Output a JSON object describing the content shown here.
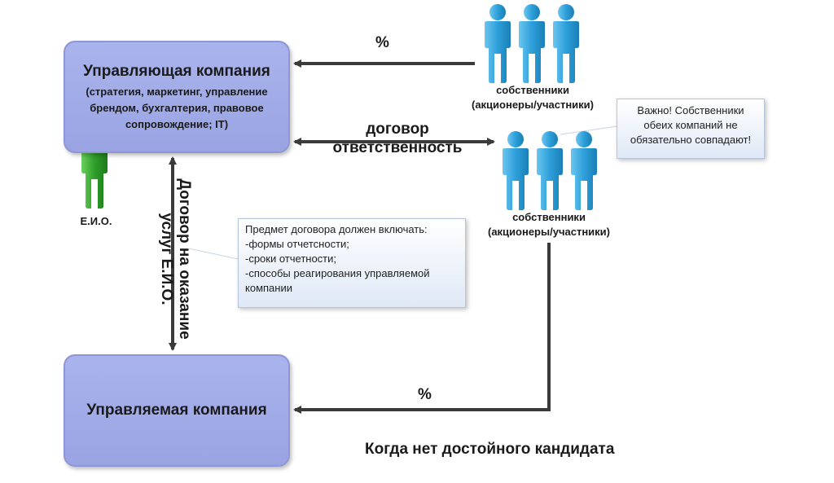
{
  "managing_company": {
    "title": "Управляющая компания",
    "subtitle_lines": [
      "(стратегия, маркетинг, управление",
      "брендом, бухгалтерия, правовое",
      "сопровождение; IT)"
    ]
  },
  "managed_company": {
    "title": "Управляемая компания"
  },
  "eio_label": "Е.И.О.",
  "owners_top": {
    "line1": "собственники",
    "line2": "(акционеры/участники)"
  },
  "owners_middle": {
    "line1": "собственники",
    "line2": "(акционеры/участники)"
  },
  "percent_top": "%",
  "percent_bottom": "%",
  "contract_label": {
    "line1": "договор",
    "line2": "ответственность"
  },
  "vertical_label": {
    "line1": "Договор на оказание",
    "line2": "услуг Е.И.О."
  },
  "note_important": {
    "lines": [
      "Важно! Собственники",
      "обеих компаний не",
      "обязательно совпадают!"
    ]
  },
  "note_contract": {
    "lines": [
      "Предмет договора должен включать:",
      "-формы отчетсности;",
      "-сроки отчетности;",
      "-способы реагирования управляемой",
      "компании"
    ]
  },
  "caption": "Когда нет достойного кандидата",
  "colors": {
    "box_fill": "#9fa9e8",
    "person_blue": "#2b9fd8",
    "person_green": "#2e9a2c",
    "arrow": "#3a3a3a"
  }
}
